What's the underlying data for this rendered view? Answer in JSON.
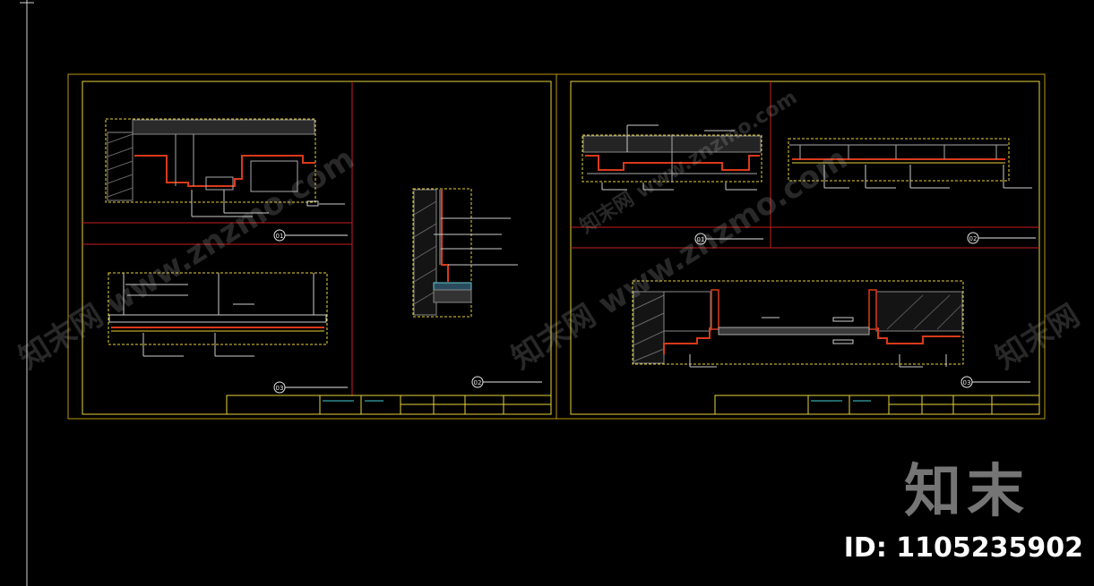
{
  "colors": {
    "background": "#000000",
    "frame": "#b8960c",
    "divider": "#c81e1e",
    "detail_red": "#d93a1a",
    "detail_yellow": "#e8d23a",
    "linework": "#cfcfcf",
    "label_text": "#e6e6e6",
    "watermark": "#8a8a8a"
  },
  "sheets": [
    {
      "details": [
        {
          "number": "01"
        },
        {
          "number": "03"
        },
        {
          "number": "02"
        }
      ]
    },
    {
      "details": [
        {
          "number": "01"
        },
        {
          "number": "02"
        },
        {
          "number": "03"
        }
      ]
    }
  ],
  "watermark": {
    "brand": "知末",
    "id_text": "ID: 1105235902",
    "diagonal_a": "知末网 www.znzmo.com",
    "diagonal_b": "知末网 www.znzmo.com",
    "diagonal_c": "知末网 www.znzmo.com",
    "diagonal_d": "知末网"
  }
}
